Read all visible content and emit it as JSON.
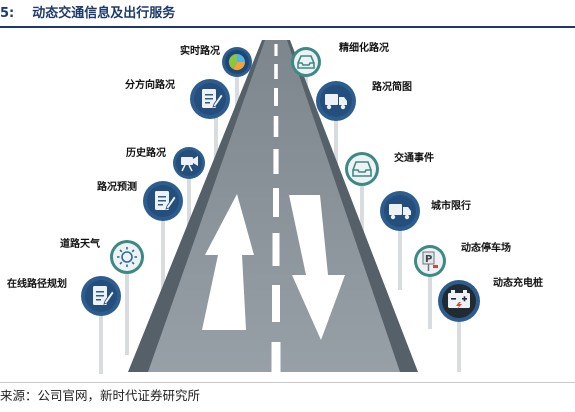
{
  "title": {
    "prefix": "5:",
    "text": "动态交通信息及出行服务"
  },
  "source": "来源：公司官网，新时代证券研究所",
  "left_items": [
    {
      "label": "实时路况",
      "icon": "pie-chart-icon"
    },
    {
      "label": "分方向路况",
      "icon": "document-edit-icon"
    },
    {
      "label": "历史路况",
      "icon": "video-camera-icon"
    },
    {
      "label": "路况预测",
      "icon": "document-edit-icon"
    },
    {
      "label": "道路天气",
      "icon": "sun-icon"
    },
    {
      "label": "在线路径规划",
      "icon": "document-edit-icon"
    }
  ],
  "right_items": [
    {
      "label": "精细化路况",
      "icon": "inbox-tray-icon"
    },
    {
      "label": "路况简图",
      "icon": "truck-icon"
    },
    {
      "label": "交通事件",
      "icon": "inbox-tray-icon"
    },
    {
      "label": "城市限行",
      "icon": "truck-icon"
    },
    {
      "label": "动态停车场",
      "icon": "parking-sign-icon"
    },
    {
      "label": "动态充电桩",
      "icon": "car-battery-icon"
    }
  ],
  "colors": {
    "title": "#1e3a6b",
    "road": "#8c949c",
    "shoulder": "#556069",
    "pole": "#d9dcdf",
    "badge_blue": "#2d5d8f",
    "badge_teal": "#3d8a84",
    "badge_light": "#eef2f4",
    "badge_dark": "#212b33"
  }
}
